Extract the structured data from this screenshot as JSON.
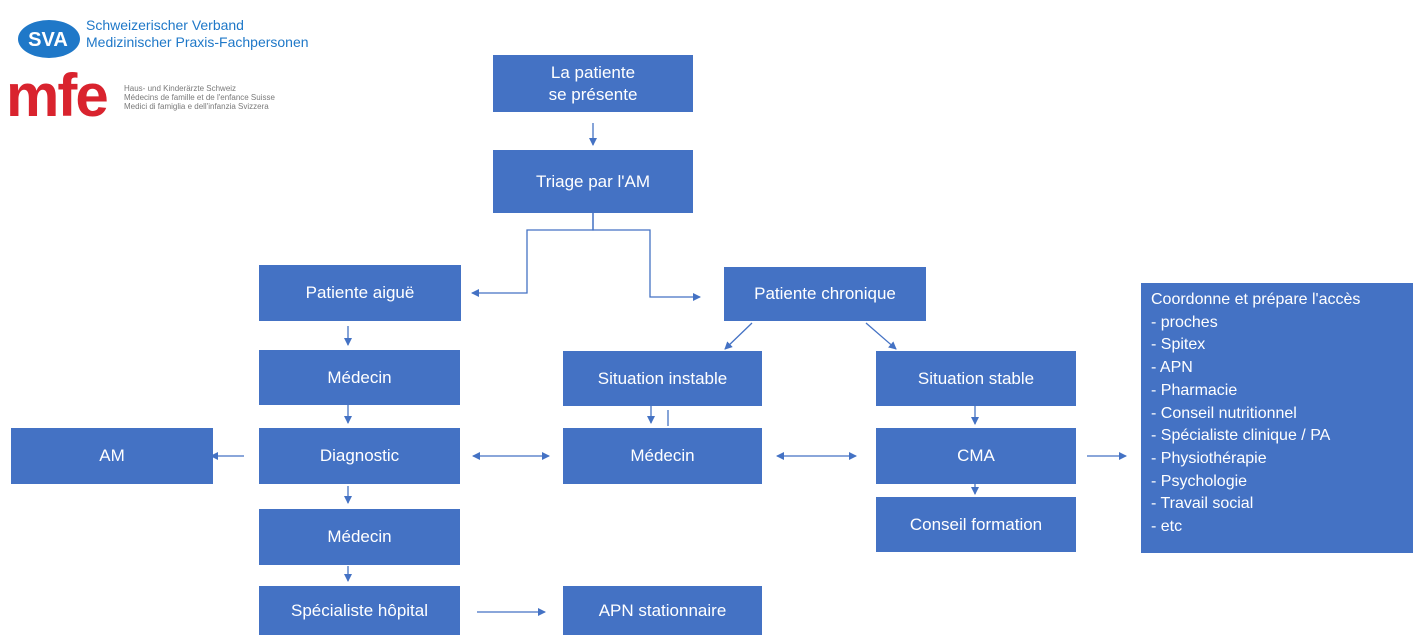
{
  "logos": {
    "sva": {
      "mark": "SVA",
      "line1": "Schweizerischer Verband",
      "line2": "Medizinischer Praxis-Fachpersonen",
      "color": "#1f78c8"
    },
    "mfe": {
      "mark": "mfe",
      "line1": "Haus- und Kinderärzte Schweiz",
      "line2": "Médecins de famille et de l'enfance Suisse",
      "line3": "Medici di famiglia e dell'infanzia Svizzera",
      "color": "#d9232e"
    }
  },
  "nodes": {
    "patient_presents": {
      "line1": "La patiente",
      "line2": "se présente"
    },
    "triage": "Triage par l'AM",
    "acute_patient": "Patiente aiguë",
    "chronic_patient": "Patiente chronique",
    "doctor_acute": "Médecin",
    "diagnostic": "Diagnostic",
    "am": "AM",
    "doctor_after_diagnostic": "Médecin",
    "hospital_specialist": "Spécialiste hôpital",
    "inpatient_apn": "APN stationnaire",
    "unstable_situation": "Situation instable",
    "doctor_unstable": "Médecin",
    "stable_situation": "Situation stable",
    "cma": "CMA",
    "training_advice": "Conseil formation",
    "coordination": {
      "title": "Coordonne et prépare l'accès",
      "items": [
        "- proches",
        "- Spitex",
        "- APN",
        "- Pharmacie",
        "- Conseil nutritionnel",
        "- Spécialiste clinique / PA",
        "- Physiothérapie",
        "- Psychologie",
        "- Travail social",
        "- etc"
      ]
    }
  },
  "colors": {
    "box": "#4472c4",
    "connector": "#4472c4",
    "box_text": "#ffffff"
  }
}
